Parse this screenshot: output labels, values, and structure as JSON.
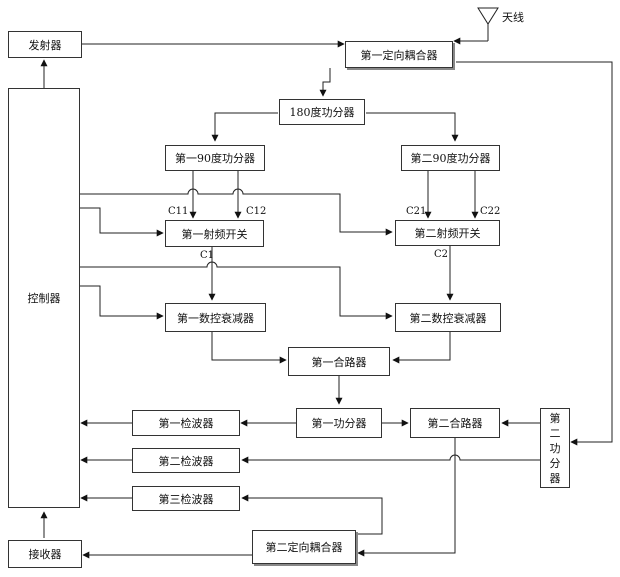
{
  "blocks": {
    "transmitter": "发射器",
    "controller": "控制器",
    "receiver": "接收器",
    "coupler1": "第一定向耦合器",
    "coupler2": "第二定向耦合器",
    "splitter180": "180度功分器",
    "splitter90_1": "第一90度功分器",
    "splitter90_2": "第二90度功分器",
    "rf_switch1": "第一射频开关",
    "rf_switch2": "第二射频开关",
    "attenuator1": "第一数控衰减器",
    "attenuator2": "第二数控衰减器",
    "combiner1": "第一合路器",
    "combiner2": "第二合路器",
    "power_splitter1": "第一功分器",
    "power_splitter2": [
      "第",
      "二",
      "功",
      "分",
      "器"
    ],
    "detector1": "第一检波器",
    "detector2": "第二检波器",
    "detector3": "第三检波器"
  },
  "labels": {
    "antenna": "天线",
    "c11": "C11",
    "c12": "C12",
    "c21": "C21",
    "c22": "C22",
    "c1": "C1",
    "c2": "C2"
  }
}
